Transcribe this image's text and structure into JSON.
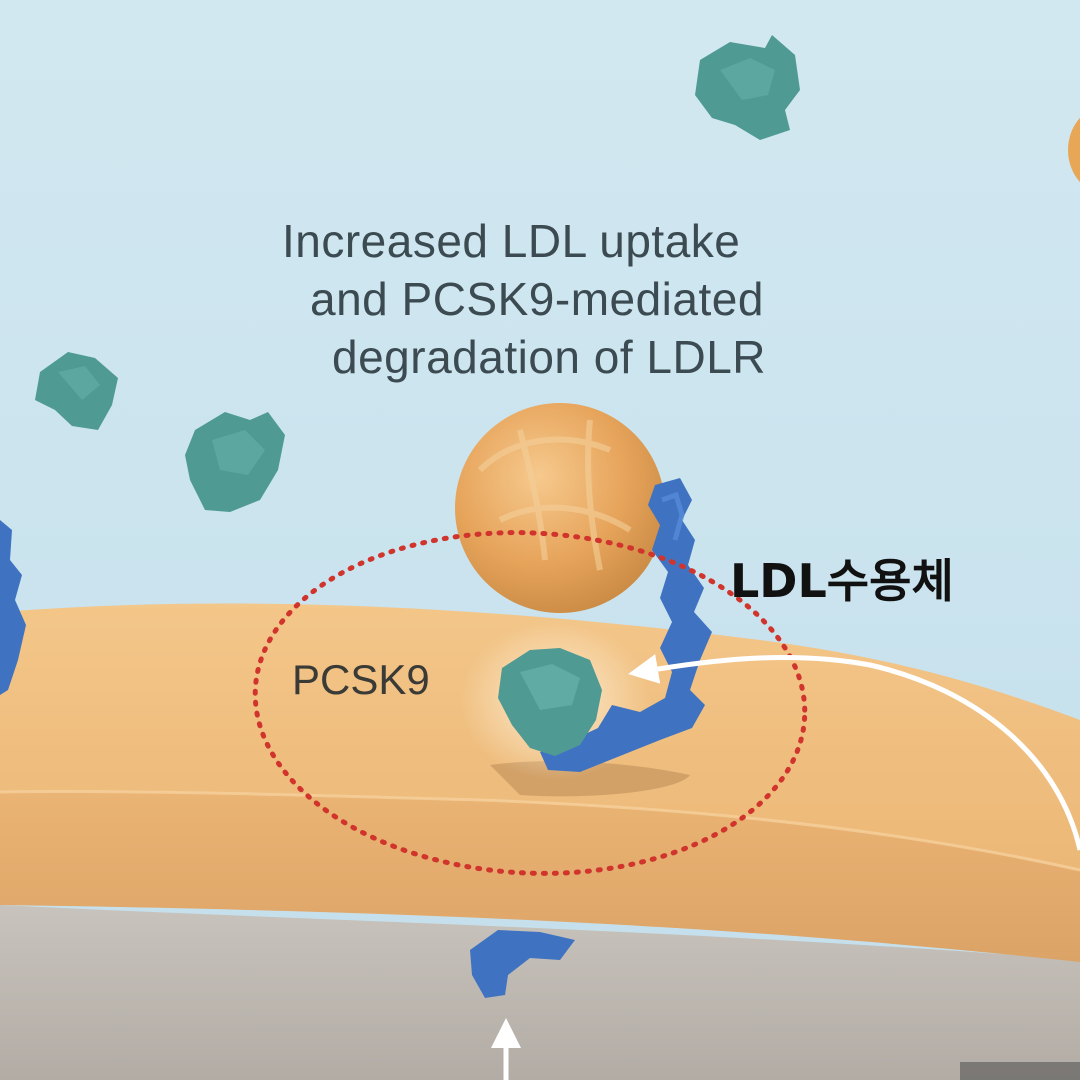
{
  "title_lines": [
    "Increased LDL uptake",
    "and PCSK9-mediated",
    "degradation of LDLR"
  ],
  "labels": {
    "pcsk9": "PCSK9",
    "ldl_receptor": "LDL수용체"
  },
  "icons": {
    "pcsk9_protein": "teal-blob-icon",
    "ldl_particle": "orange-sphere-icon",
    "ldl_receptor": "blue-receptor-icon",
    "flow_arrow": "white-arrow-icon",
    "highlight": "red-dotted-ellipse"
  },
  "colors": {
    "background": "#c9e3ee",
    "membrane": "#efbf83",
    "pcsk9": "#4f9a93",
    "ldl": "#e7a55a",
    "receptor": "#3f73c2",
    "highlight": "#d0342c",
    "cytoplasm": "#bcb7b0"
  }
}
